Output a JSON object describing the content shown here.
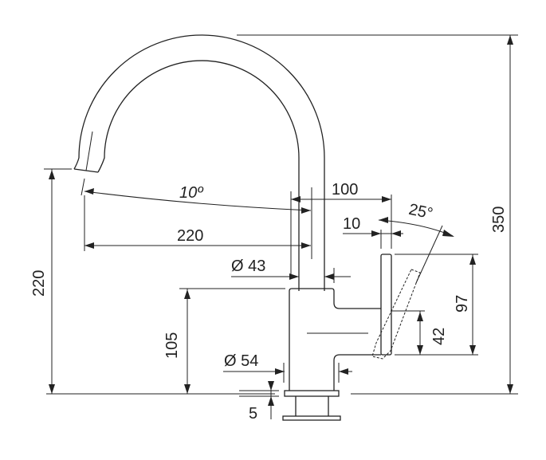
{
  "title": "Kitchen faucet dimension drawing",
  "dimensions": {
    "overall_height": "350",
    "spout_height": "220",
    "body_height": "105",
    "reach": "220",
    "spout_angle": "10º",
    "handle_offset": "100",
    "handle_gap": "10",
    "handle_angle": "25°",
    "handle_height": "97",
    "handle_lower": "42",
    "spout_diameter": "Ø 43",
    "base_diameter": "Ø 54",
    "base_thickness": "5"
  }
}
